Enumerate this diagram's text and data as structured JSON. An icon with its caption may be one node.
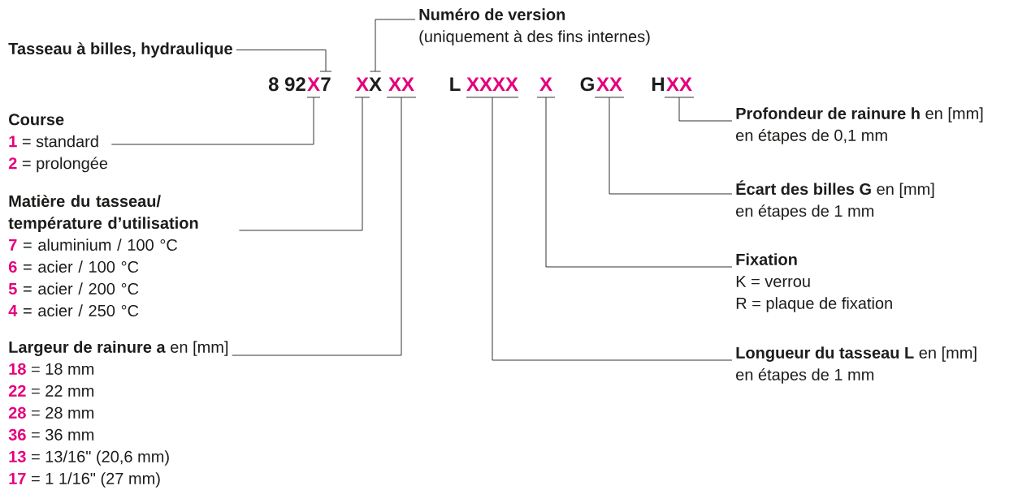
{
  "diagram": {
    "nodes": [
      {
        "text": [
          "Tasseau à billes, hydraulique"
        ]
      },
      {
        "text": [
          "Numéro de version",
          "(uniquement à des fins internes)"
        ]
      },
      {
        "text": [
          "X"
        ]
      },
      {
        "text": [
          "7"
        ]
      },
      {
        "text": [
          "X"
        ]
      },
      {
        "text": [
          "X"
        ]
      },
      {
        "text": [
          "XX"
        ]
      },
      {
        "text": [
          "XXXX"
        ]
      },
      {
        "text": [
          "X"
        ]
      },
      {
        "text": [
          "XX"
        ]
      },
      {
        "text": [
          "XX"
        ]
      },
      {
        "text": [
          "Course",
          "**1** = standard",
          "**2** = prolongée"
        ]
      },
      {
        "text": [
          "Matière du tasseau/ température d’utilisation",
          "**7** = aluminium / 100 °C",
          "**6** = acier / 100 °C",
          "**5** = acier / 200 °C",
          "**4** = acier / 250 °C"
        ]
      },
      {
        "text": [
          "**Largeur de rainure a** en [mm]",
          "**18** = 18 mm",
          "**22** = 22 mm",
          "**28** = 28 mm",
          "**36** = 36 mm",
          "**13** = 13/16\" (20,6 mm)",
          "**17** = 1 1/16\" (27 mm)"
        ]
      },
      {
        "text": [
          "**Profondeur de rainure h** en [mm]",
          "en étapes de 0,1 mm"
        ]
      },
      {
        "text": [
          "**Écart des billes G** en [mm]",
          "en étapes de 1 mm"
        ]
      },
      {
        "text": [
          "Fixation",
          "K = verrou",
          "R = plaque de fixation"
        ]
      },
      {
        "text": [
          "**Longueur du tasseau L** en [mm]",
          "en étapes de 1 mm"
        ]
      }
    ],
    "edges": [
      {
        "from": 0,
        "to": 3,
        "arrow": "none"
      },
      {
        "from": 1,
        "to": 5,
        "arrow": "none"
      },
      {
        "from": 11,
        "to": 2,
        "arrow": "none"
      },
      {
        "from": 12,
        "to": 4,
        "arrow": "none"
      },
      {
        "from": 13,
        "to": 6,
        "arrow": "none"
      },
      {
        "from": 17,
        "to": 7,
        "arrow": "none"
      },
      {
        "from": 16,
        "to": 8,
        "arrow": "none"
      },
      {
        "from": 15,
        "to": 9,
        "arrow": "none"
      },
      {
        "from": 14,
        "to": 10,
        "arrow": "none"
      }
    ],
    "labels": [
      "8 92",
      "L",
      "G",
      "H"
    ]
  }
}
